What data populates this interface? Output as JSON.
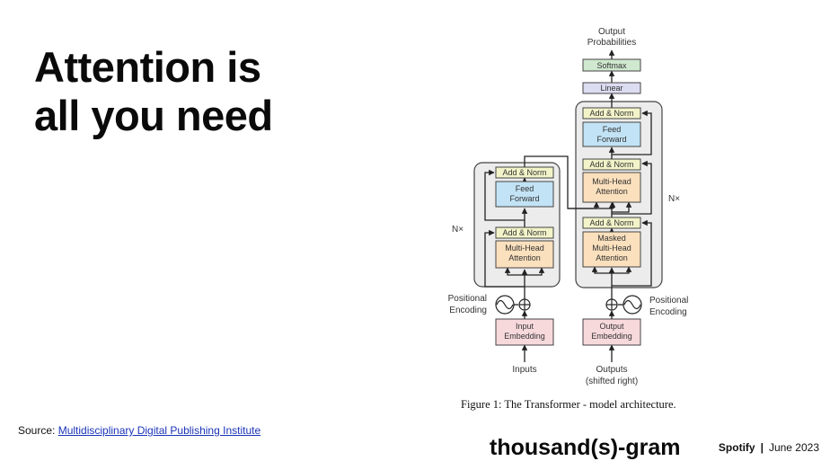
{
  "slide": {
    "title_line1": "Attention is",
    "title_line2": "all you need",
    "source_prefix": "Source: ",
    "source_link": "Multidisciplinary Digital Publishing Institute",
    "brand": "thousand(s)-gram",
    "company": "Spotify",
    "separator": "|",
    "date": "June 2023"
  },
  "diagram": {
    "caption": "Figure 1: The Transformer - model architecture.",
    "output_probabilities_line1": "Output",
    "output_probabilities_line2": "Probabilities",
    "softmax": "Softmax",
    "linear": "Linear",
    "add_norm": "Add & Norm",
    "feed_forward_line1": "Feed",
    "feed_forward_line2": "Forward",
    "multi_head_line1": "Multi-Head",
    "multi_head_line2": "Attention",
    "masked_line1": "Masked",
    "masked_line2": "Multi-Head",
    "masked_line3": "Attention",
    "nx": "N×",
    "positional_line1": "Positional",
    "positional_line2": "Encoding",
    "input_embedding_line1": "Input",
    "input_embedding_line2": "Embedding",
    "output_embedding_line1": "Output",
    "output_embedding_line2": "Embedding",
    "inputs": "Inputs",
    "outputs_line1": "Outputs",
    "outputs_line2": "(shifted right)",
    "colors": {
      "add_norm": "#f2f3c8",
      "feed_forward": "#c2e3f5",
      "attention": "#fbe0bd",
      "embedding": "#f7d9dc",
      "linear": "#dcdcf2",
      "softmax": "#cfe8cf",
      "block_bg": "#ececec"
    }
  }
}
